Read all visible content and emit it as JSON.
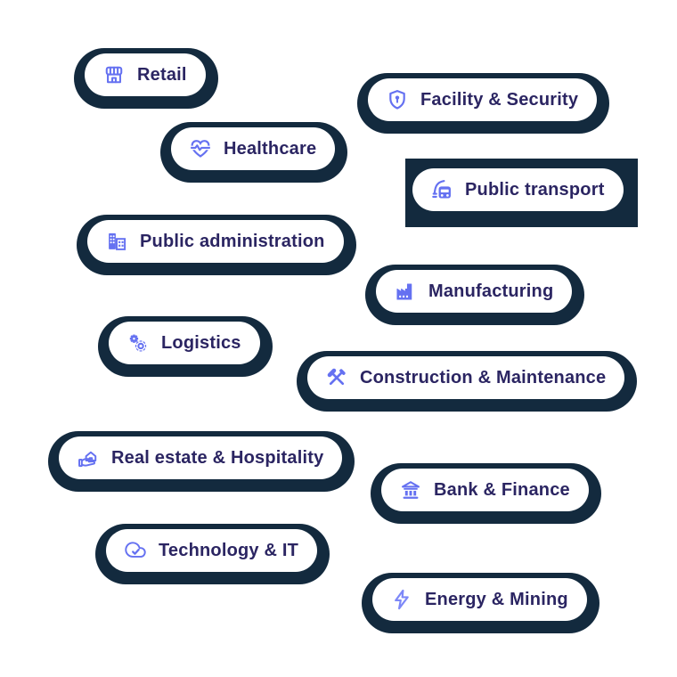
{
  "colors": {
    "page_bg": "#ffffff",
    "chip_bg": "#ffffff",
    "chip_shadow": "#132a3e",
    "icon": "#6571f1",
    "icon_light": "#7d88f8",
    "label": "#2b2562"
  },
  "chips": [
    {
      "label": "Retail",
      "icon": "store-icon"
    },
    {
      "label": "Facility & Security",
      "icon": "shield-lock-icon"
    },
    {
      "label": "Healthcare",
      "icon": "heart-pulse-icon"
    },
    {
      "label": "Public transport",
      "icon": "tram-icon",
      "highlighted": true
    },
    {
      "label": "Public administration",
      "icon": "building-icon"
    },
    {
      "label": "Manufacturing",
      "icon": "factory-icon"
    },
    {
      "label": "Logistics",
      "icon": "gears-icon"
    },
    {
      "label": "Construction & Maintenance",
      "icon": "tools-icon"
    },
    {
      "label": "Real estate & Hospitality",
      "icon": "hand-house-icon"
    },
    {
      "label": "Bank & Finance",
      "icon": "bank-icon"
    },
    {
      "label": "Technology & IT",
      "icon": "cloud-check-icon"
    },
    {
      "label": "Energy & Mining",
      "icon": "bolt-icon"
    }
  ]
}
